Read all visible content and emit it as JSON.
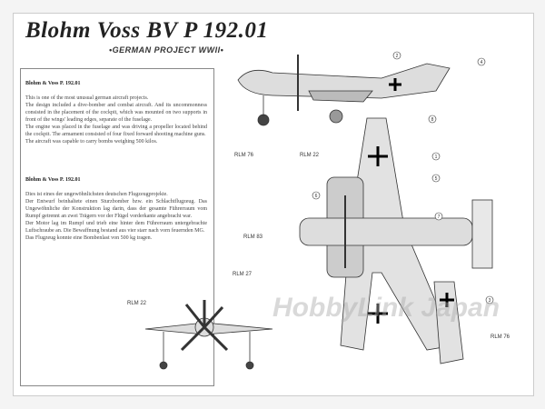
{
  "title": "Blohm Voss  BV P 192.01",
  "subtitle": "•GERMAN PROJECT WWII•",
  "english": {
    "heading": "Blohm & Voss P. 192.01",
    "paragraphs": [
      "This is one of the most unusual german aircraft projects.",
      "The design included a dive-bomber and combat aircraft. And its uncommonness consisted in the placement of the cockpit, which was mounted on two supports in front of the wings' leading edges, separate of the fuselage.",
      "The engine was placed in the fuselage and was driving a propeller located behind the cockpit. The armament consisted of four fixed forward shooting machine guns.",
      "The aircraft was capable to carry bombs weighing 500 kilos."
    ]
  },
  "german": {
    "heading": "Blohm & Voss P. 192.01",
    "paragraphs": [
      "Dies ist eines der ungewöhnlichsten deutschen Flugzeugprojekte.",
      "Der Entwurf beinhaltete einen Sturzbomber bzw. ein Schlachtflugzeug. Das Ungewöhnliche der Konstruktion lag darin, dass der gesamte Führerraum vom Rumpf getrennt an zwei Trägern vor der Flügel vorderkante angebracht war.",
      "Der Motor lag im Rumpf und trieb eine hinter dem Führerraum untergebrachte Luftschraube an. Die Bewaffnung bestand aus vier starr nach vorn feuernden MG.",
      "Das Flugzeug konnte eine Bombenlast von 500 kg tragen."
    ]
  },
  "labels": {
    "rlm76a": "RLM 76",
    "rlm22a": "RLM 22",
    "rlm83": "RLM 83",
    "rlm27": "RLM 27",
    "rlm22b": "RLM 22",
    "rlm76b": "RLM 76"
  },
  "callouts": [
    "1",
    "2",
    "3",
    "4",
    "5",
    "6",
    "7",
    "8"
  ],
  "watermark": "HobbyLink Japan"
}
